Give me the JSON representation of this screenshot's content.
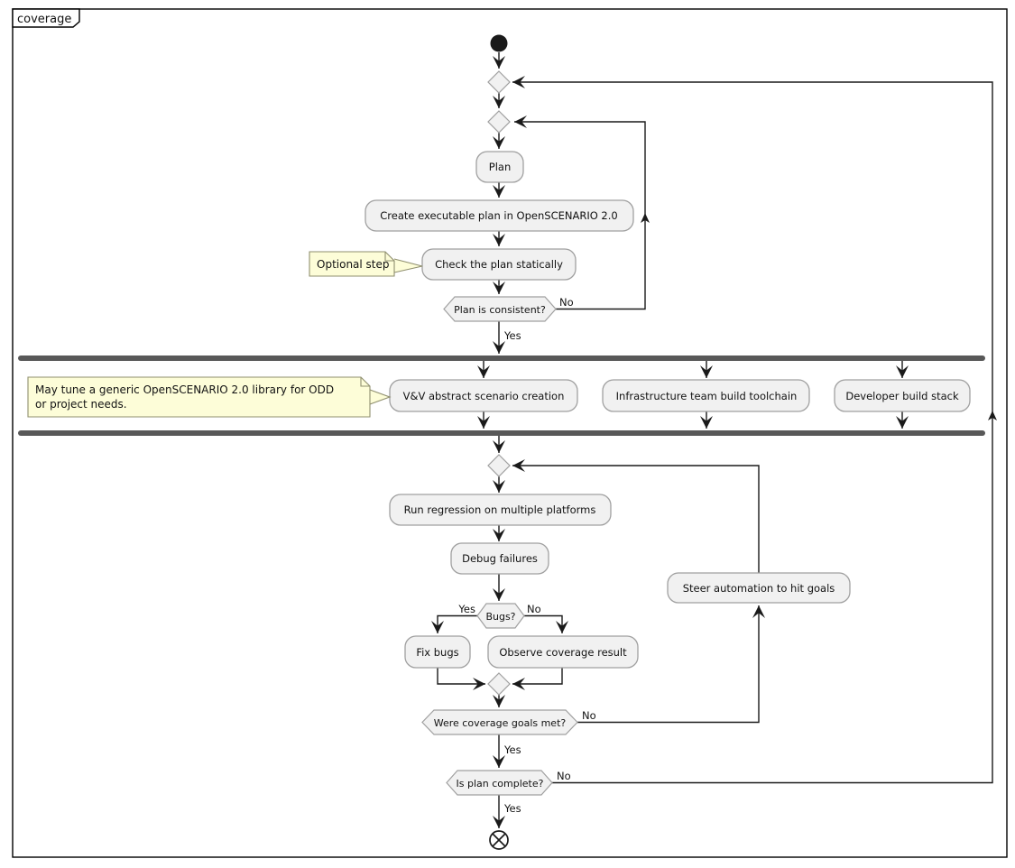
{
  "diagram_title": "coverage",
  "colors": {
    "background": "#ffffff",
    "frame_border": "#000000",
    "text": "#121212",
    "line": "#1a1a1a",
    "node_fill": "#f1f1f1",
    "node_border": "#a0a0a0",
    "note_fill": "#fdfdd8",
    "note_border": "#8f8f6e",
    "bar": "#585858"
  },
  "nodes": {
    "plan": "Plan",
    "create_plan": "Create executable plan in OpenSCENARIO 2.0",
    "check_plan": "Check the plan statically",
    "plan_consistent": "Plan is consistent?",
    "vv_abstract": "V&V abstract scenario creation",
    "infra_toolchain": "Infrastructure team build toolchain",
    "dev_stack": "Developer build stack",
    "run_regression": "Run regression on multiple platforms",
    "debug_failures": "Debug failures",
    "bugs": "Bugs?",
    "fix_bugs": "Fix bugs",
    "observe_coverage": "Observe coverage result",
    "steer_automation": "Steer automation to hit goals",
    "goals_met": "Were coverage goals met?",
    "plan_complete": "Is plan complete?"
  },
  "notes": {
    "optional_step": "Optional step",
    "may_tune_line1": "May tune a generic OpenSCENARIO 2.0 library for ODD",
    "may_tune_line2": "or project needs."
  },
  "edge_labels": {
    "consistent_no": "No",
    "consistent_yes": "Yes",
    "bugs_yes": "Yes",
    "bugs_no": "No",
    "goals_no": "No",
    "goals_yes": "Yes",
    "complete_no": "No",
    "complete_yes": "Yes"
  }
}
